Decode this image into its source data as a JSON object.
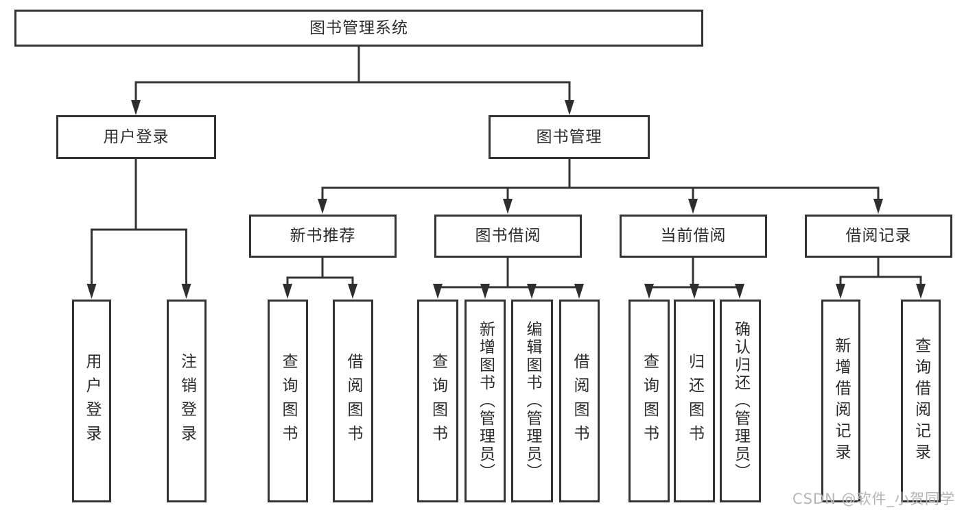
{
  "tree": {
    "root": {
      "label": "图书管理系统"
    },
    "children": [
      {
        "label": "用户登录",
        "children": [
          {
            "label": "用户登录"
          },
          {
            "label": "注销登录"
          }
        ]
      },
      {
        "label": "图书管理",
        "children": [
          {
            "label": "新书推荐",
            "children": [
              {
                "label": "查询图书"
              },
              {
                "label": "借阅图书"
              }
            ]
          },
          {
            "label": "图书借阅",
            "children": [
              {
                "label": "查询图书"
              },
              {
                "label": "新增图书（管理员）"
              },
              {
                "label": "编辑图书（管理员）"
              },
              {
                "label": "借阅图书"
              }
            ]
          },
          {
            "label": "当前借阅",
            "children": [
              {
                "label": "查询图书"
              },
              {
                "label": "归还图书"
              },
              {
                "label": "确认归还（管理员）"
              }
            ]
          },
          {
            "label": "借阅记录",
            "children": [
              {
                "label": "新增借阅记录"
              },
              {
                "label": "查询借阅记录"
              }
            ]
          }
        ]
      }
    ]
  },
  "watermark": {
    "text": "CSDN @软件_小贺同学"
  },
  "colors": {
    "line": "#333333",
    "arrow": "#2e2e2e",
    "box_border": "#333333",
    "box_fill": "#ffffff",
    "text": "#2b2b2b",
    "watermark": "#b5b5b5",
    "background": "#ffffff"
  }
}
